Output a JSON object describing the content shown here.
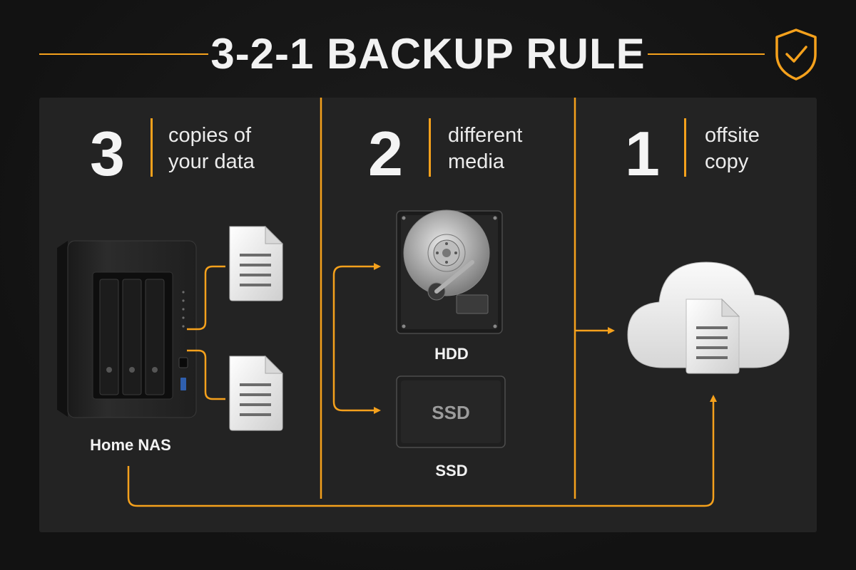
{
  "title": "3-2-1 BACKUP RULE",
  "accent_color": "#f5a11c",
  "columns": [
    {
      "number": "3",
      "line1": "copies of",
      "line2": "your data"
    },
    {
      "number": "2",
      "line1": "different",
      "line2": "media"
    },
    {
      "number": "1",
      "line1": "offsite",
      "line2": "copy"
    }
  ],
  "devices": {
    "nas": "Home NAS",
    "hdd": "HDD",
    "ssd": "SSD",
    "ssd_face_text": "SSD"
  },
  "icons": {
    "badge": "shield-check-icon",
    "document": "document-icon",
    "cloud": "cloud-icon"
  }
}
